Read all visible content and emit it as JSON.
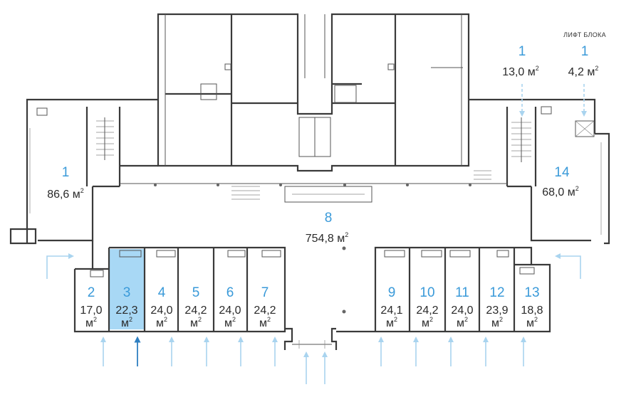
{
  "caption": {
    "lift": "ЛИФТ БЛОКА"
  },
  "rooms": [
    {
      "key": "r1_left",
      "number": "1",
      "area": "86,6 м",
      "sup": "2"
    },
    {
      "key": "r1_top",
      "number": "1",
      "area": "13,0 м",
      "sup": "2"
    },
    {
      "key": "r1_lift",
      "number": "1",
      "area": "4,2 м",
      "sup": "2"
    },
    {
      "key": "r14",
      "number": "14",
      "area": "68,0 м",
      "sup": "2"
    },
    {
      "key": "r8",
      "number": "8",
      "area": "754,8 м",
      "sup": "2"
    },
    {
      "key": "r2",
      "number": "2",
      "area": "17,0",
      "unit": "м",
      "sup": "2"
    },
    {
      "key": "r3",
      "number": "3",
      "area": "22,3",
      "unit": "м",
      "sup": "2",
      "highlighted": true
    },
    {
      "key": "r4",
      "number": "4",
      "area": "24,0",
      "unit": "м",
      "sup": "2"
    },
    {
      "key": "r5",
      "number": "5",
      "area": "24,2",
      "unit": "м",
      "sup": "2"
    },
    {
      "key": "r6",
      "number": "6",
      "area": "24,0",
      "unit": "м",
      "sup": "2"
    },
    {
      "key": "r7",
      "number": "7",
      "area": "24,2",
      "unit": "м",
      "sup": "2"
    },
    {
      "key": "r9",
      "number": "9",
      "area": "24,1",
      "unit": "м",
      "sup": "2"
    },
    {
      "key": "r10",
      "number": "10",
      "area": "24,2",
      "unit": "м",
      "sup": "2"
    },
    {
      "key": "r11",
      "number": "11",
      "area": "24,0",
      "unit": "м",
      "sup": "2"
    },
    {
      "key": "r12",
      "number": "12",
      "area": "23,9",
      "unit": "м",
      "sup": "2"
    },
    {
      "key": "r13",
      "number": "13",
      "area": "18,8",
      "unit": "м",
      "sup": "2"
    }
  ],
  "colors": {
    "accent": "#3a9ad9",
    "arrow": "#a9d4ef",
    "arrow_active": "#2f7fc1",
    "highlight": "#a8d8f5",
    "wall": "#3a3a3a"
  }
}
